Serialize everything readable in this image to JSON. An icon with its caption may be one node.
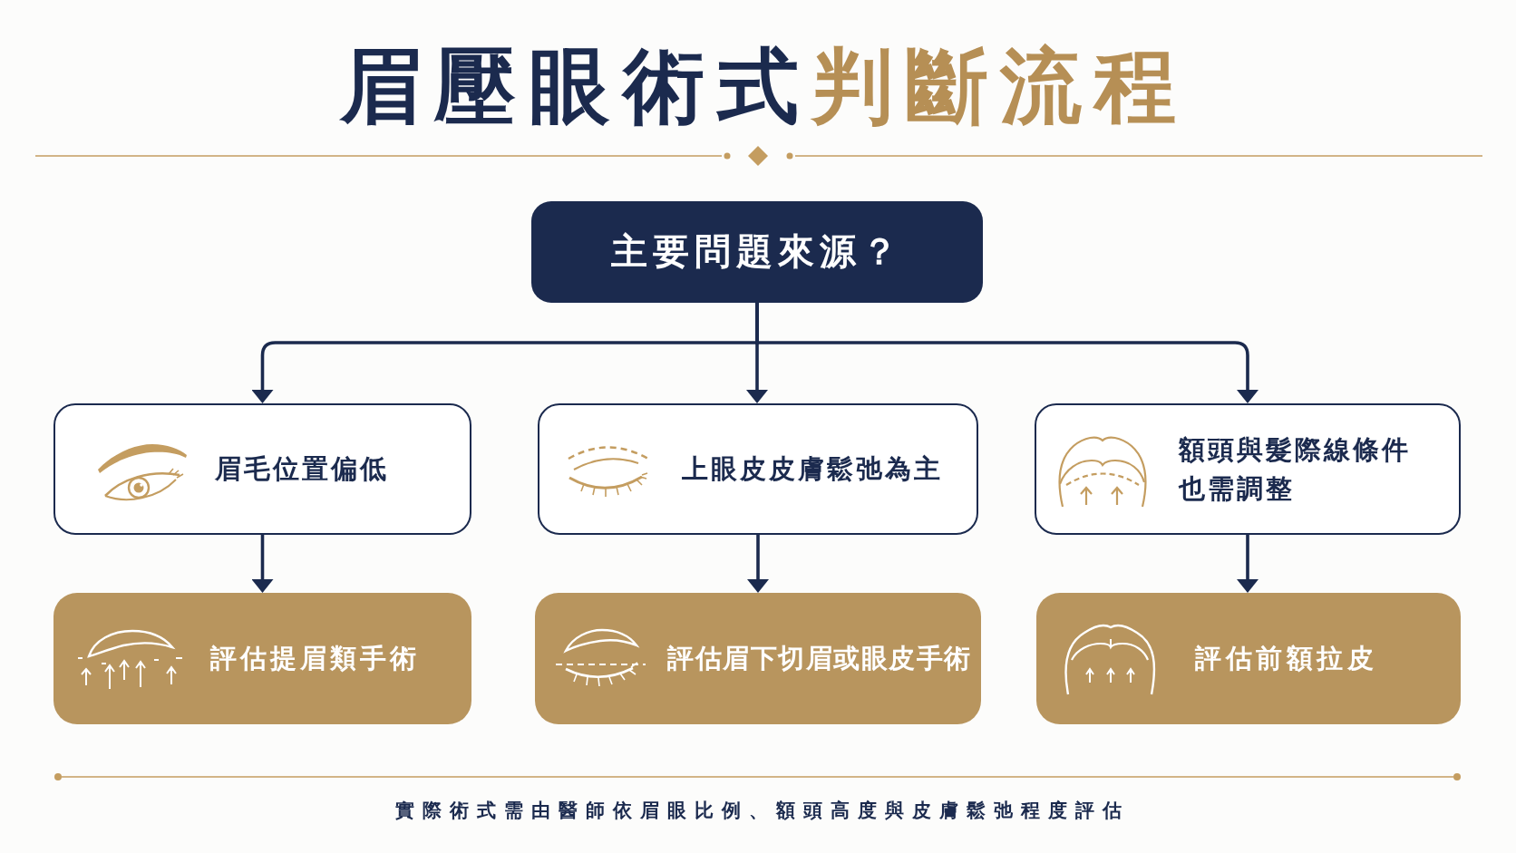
{
  "diagram": {
    "title": "眉壓眼術式判斷流程",
    "nodes": [
      {
        "text": [
          "主要問題來源？"
        ]
      },
      {
        "text": [
          "眉毛位置偏低"
        ]
      },
      {
        "text": [
          "上眼皮皮膚鬆弛為主"
        ]
      },
      {
        "text": [
          "額頭與髮際線條件也需調整"
        ]
      },
      {
        "text": [
          "評估提眉類手術"
        ]
      },
      {
        "text": [
          "評估眉下切眉或眼皮手術"
        ]
      },
      {
        "text": [
          "評估前額拉皮"
        ]
      }
    ],
    "edges": [
      {
        "from": 0,
        "to": 1,
        "arrow": "to"
      },
      {
        "from": 0,
        "to": 2,
        "arrow": "to"
      },
      {
        "from": 0,
        "to": 3,
        "arrow": "to"
      },
      {
        "from": 1,
        "to": 4,
        "arrow": "to"
      },
      {
        "from": 2,
        "to": 5,
        "arrow": "to"
      },
      {
        "from": 3,
        "to": 6,
        "arrow": "to"
      }
    ],
    "caption": "實際術式需由醫師依眉眼比例、額頭高度與皮膚鬆弛程度評估"
  }
}
